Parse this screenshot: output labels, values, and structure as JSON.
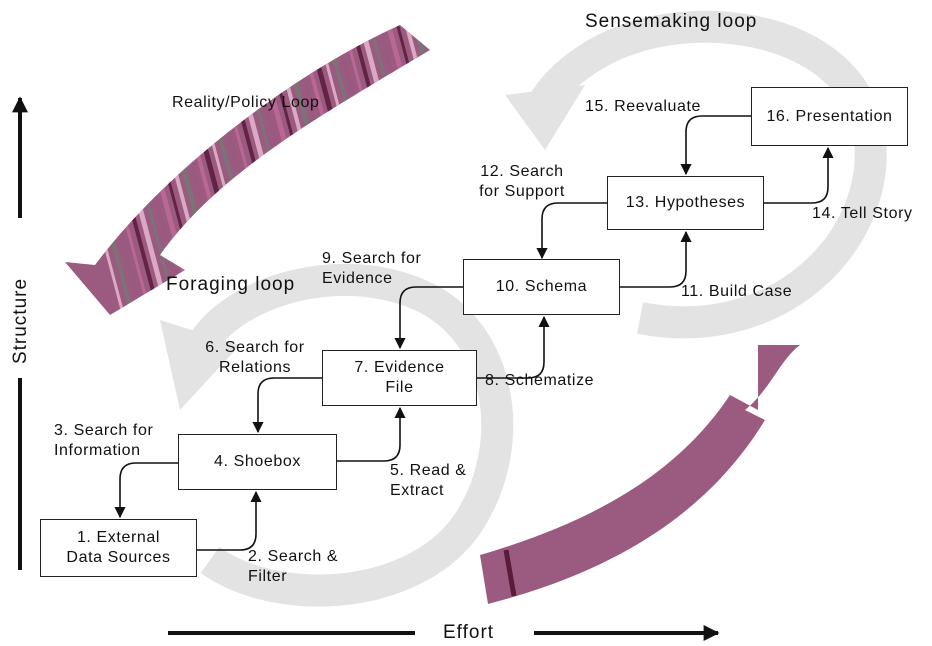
{
  "loops": {
    "sensemaking": "Sensemaking loop",
    "foraging": "Foraging loop",
    "reality_policy": "Reality/Policy Loop"
  },
  "axes": {
    "y": "Structure",
    "x": "Effort"
  },
  "nodes": {
    "external": "1. External\nData Sources",
    "shoebox": "4. Shoebox",
    "evidence": "7. Evidence\nFile",
    "schema": "10. Schema",
    "hypotheses": "13. Hypotheses",
    "presentation": "16. Presentation"
  },
  "edges": {
    "e2": "2. Search &\nFilter",
    "e3": "3. Search for\nInformation",
    "e5": "5. Read &\nExtract",
    "e6": "6. Search for\nRelations",
    "e8": "8. Schematize",
    "e9": "9. Search for\nEvidence",
    "e11": "11. Build Case",
    "e12": "12. Search\nfor Support",
    "e14": "14. Tell Story",
    "e15": "15. Reevaluate"
  },
  "colors": {
    "loop_arrow": "#e3e3e3",
    "big_arrow": "#9b5a7f",
    "stripe_dark": "#5a1a3a",
    "stripe_pink": "#c06a99",
    "stripe_light": "#e5b8cf",
    "stripe_gray": "#777777"
  }
}
